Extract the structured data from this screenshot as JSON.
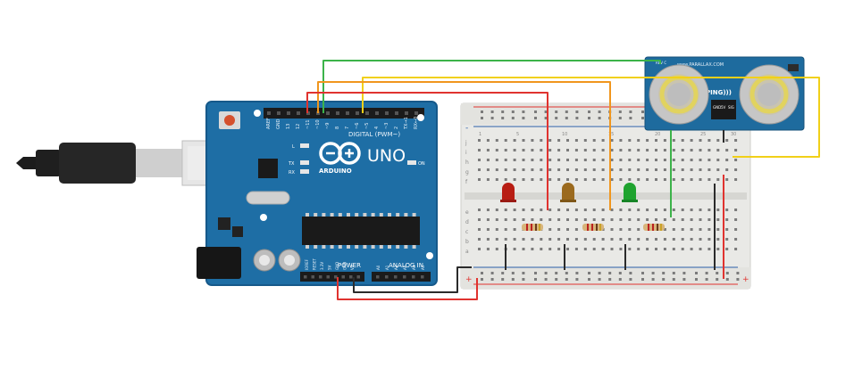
{
  "arduino": {
    "brand_text": "ARDUINO",
    "model_text": "UNO",
    "digital_label": "DIGITAL (PWM~)",
    "analog_label": "ANALOG IN",
    "power_label": "POWER",
    "led_labels": {
      "l": "L",
      "tx": "TX",
      "rx": "RX",
      "on": "ON"
    },
    "digital_pins": [
      "AREF",
      "GND",
      "13",
      "12",
      "~11",
      "~10",
      "~9",
      "8",
      "7",
      "~6",
      "~5",
      "4",
      "~3",
      "2",
      "TX→1",
      "RX←0"
    ],
    "power_pins": [
      "IOREF",
      "RESET",
      "3.3V",
      "5V",
      "GND",
      "GND",
      "Vin"
    ],
    "analog_pins": [
      "A0",
      "A1",
      "A2",
      "A3",
      "A4",
      "A5"
    ]
  },
  "sensor": {
    "brand_text": "www.PARALLAX.COM",
    "model_text": "PING)))",
    "pins": [
      "GND",
      "5V",
      "SIG"
    ],
    "rev_text": "REV C"
  },
  "breadboard": {
    "column_numbers": [
      "1",
      "5",
      "10",
      "15",
      "20",
      "25",
      "30"
    ],
    "row_letters_top": [
      "j",
      "i",
      "h",
      "g",
      "f"
    ],
    "row_letters_bottom": [
      "e",
      "d",
      "c",
      "b",
      "a"
    ],
    "rail_signs": {
      "minus": "-",
      "plus": "+"
    }
  },
  "components": {
    "leds": [
      {
        "name": "red-led",
        "color": "#b81d13"
      },
      {
        "name": "yellow-led",
        "color": "#9b6a1e"
      },
      {
        "name": "green-led",
        "color": "#1fa32f"
      }
    ],
    "resistor_count": 3
  },
  "wire_colors": {
    "red": "#e0332f",
    "orange": "#f0961e",
    "green": "#3cb34a",
    "yellow": "#f1d019",
    "black": "#2b2b2b"
  },
  "colors": {
    "board_blue": "#1e6ea5",
    "board_dark": "#16598a",
    "breadboard": "#e9e9e6",
    "sensor_blue": "#1e6b9e"
  }
}
